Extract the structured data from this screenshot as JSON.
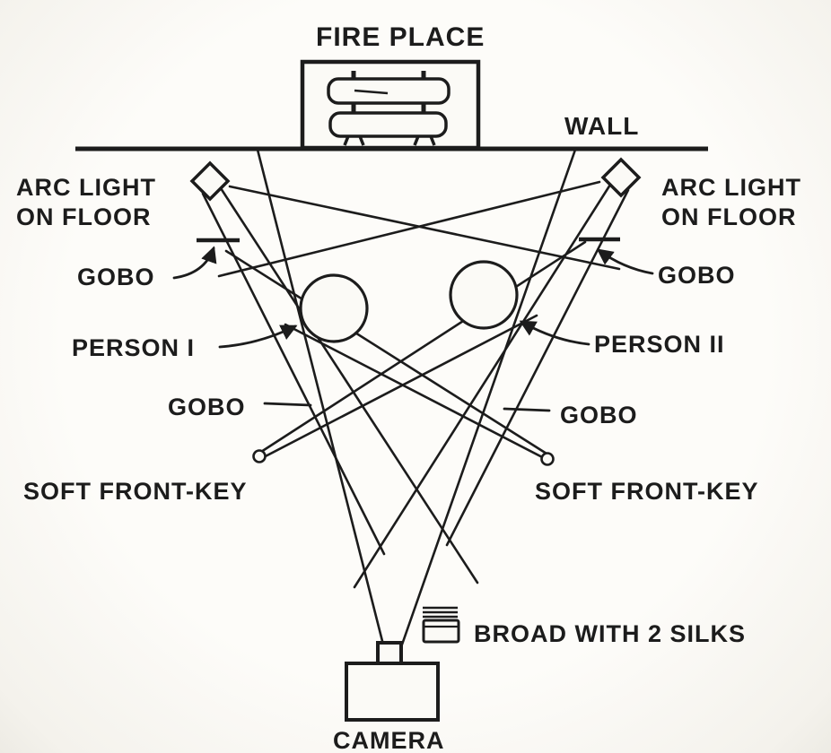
{
  "colors": {
    "ink": "#1c1c1c",
    "paper": "#fbfaf6"
  },
  "diagram_title": "FIRE PLACE",
  "labels": {
    "fire_place": "FIRE PLACE",
    "wall": "WALL",
    "arc_light_left": {
      "line1": "ARC LIGHT",
      "line2": "ON FLOOR"
    },
    "arc_light_right": {
      "line1": "ARC LIGHT",
      "line2": "ON FLOOR"
    },
    "gobo_upper_left": "GOBO",
    "gobo_upper_right": "GOBO",
    "person_1": "PERSON I",
    "person_2": "PERSON II",
    "gobo_lower_left": "GOBO",
    "gobo_lower_right": "GOBO",
    "soft_front_key_left": "SOFT FRONT-KEY",
    "soft_front_key_right": "SOFT FRONT-KEY",
    "broad_with_silks": "BROAD WITH 2 SILKS",
    "camera": "CAMERA"
  }
}
